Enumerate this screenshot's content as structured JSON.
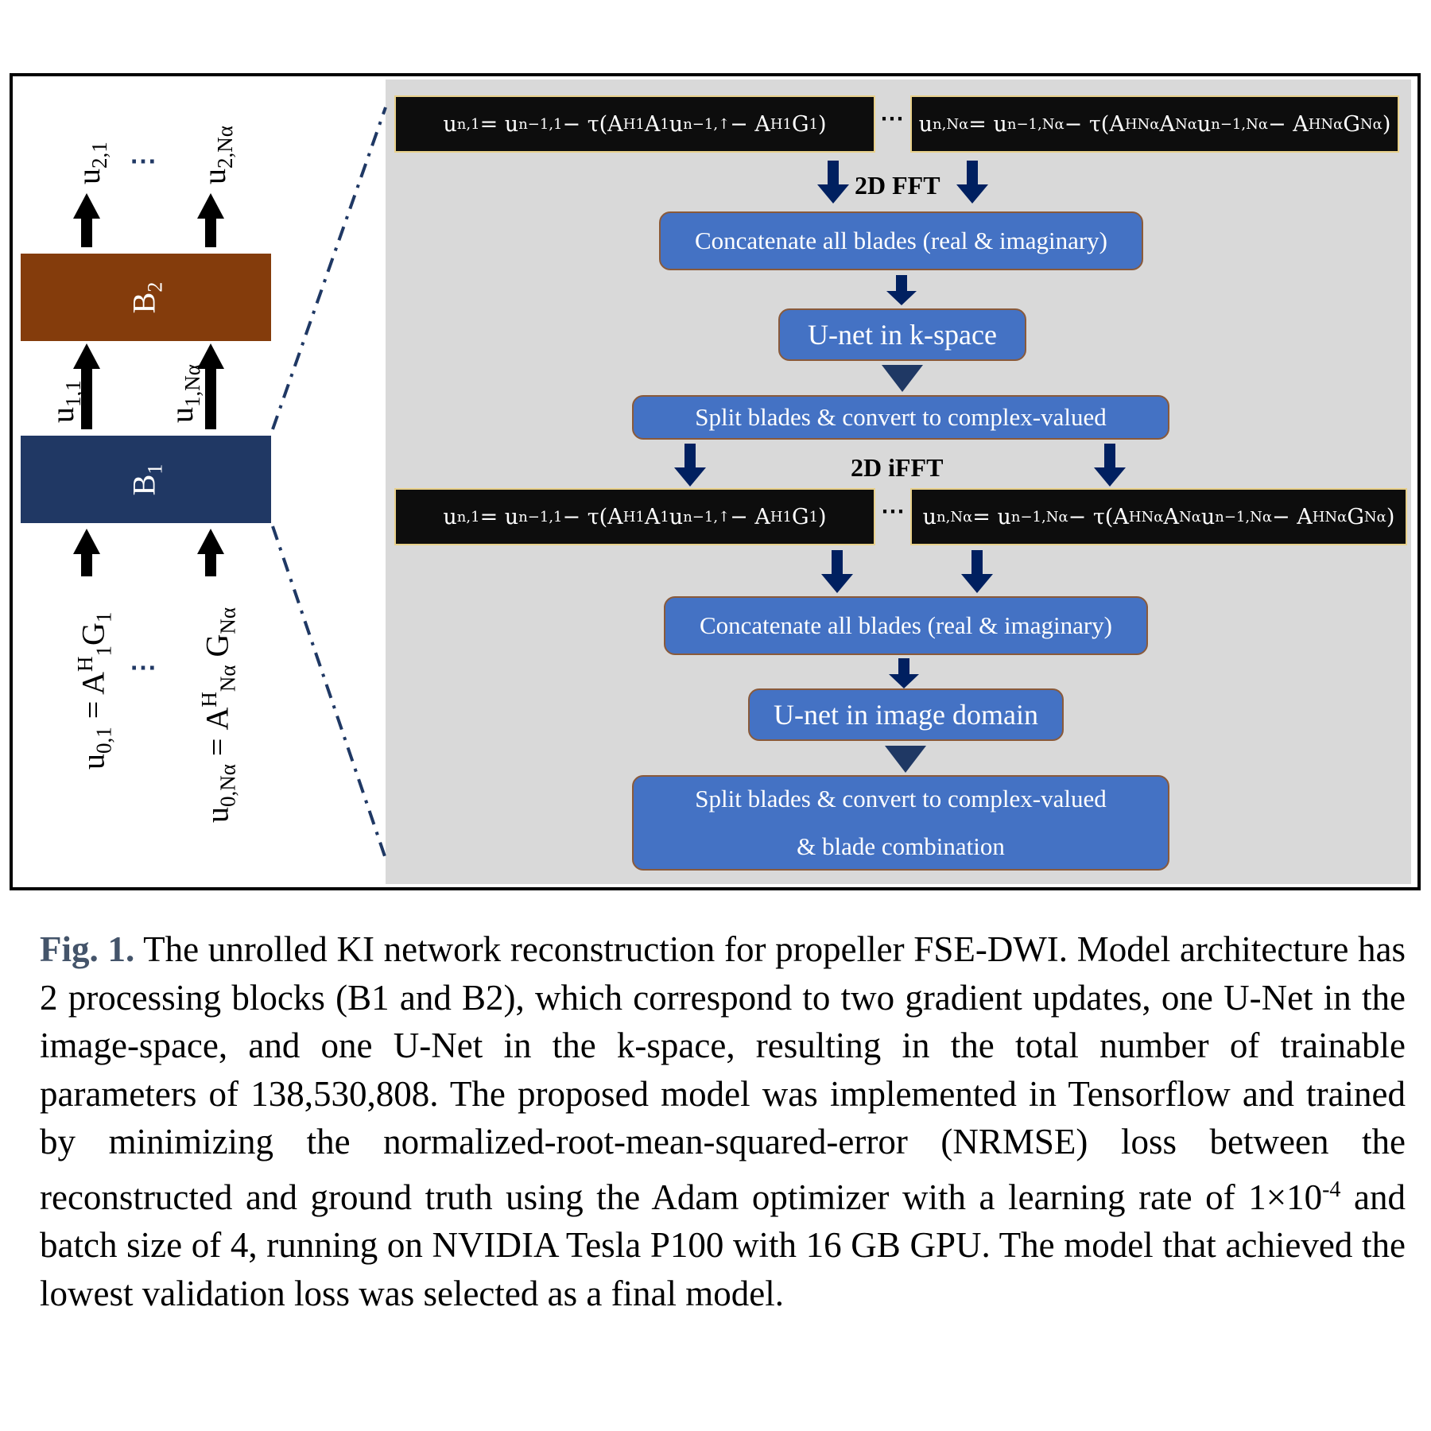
{
  "figure": {
    "blocks": [
      {
        "id": "B1",
        "letter": "B",
        "index": "1",
        "color": "#203864"
      },
      {
        "id": "B2",
        "letter": "B",
        "index": "2",
        "color": "#843c0c"
      }
    ],
    "inputs": [
      {
        "var": "u",
        "sub": "0,1",
        "eq": " = A",
        "sup": "H",
        "sub2": "1",
        "tail": "G",
        "tail_sub": "1"
      },
      {
        "var": "u",
        "sub": "0,Nα",
        "eq": " = A",
        "sup": "H",
        "sub2": "Nα",
        "tail": " G",
        "tail_sub": "Nα"
      }
    ],
    "intermediates": [
      {
        "var": "u",
        "sub": "1,1"
      },
      {
        "var": "u",
        "sub": "1,Nα"
      }
    ],
    "outputs": [
      {
        "var": "u",
        "sub": "2,1"
      },
      {
        "var": "u",
        "sub": "2,Nα"
      }
    ],
    "ellipsis": "⋯",
    "vertical_ellipsis": "⋯",
    "equations": {
      "blade1": {
        "lhs": "u",
        "lhs_sub": "n,1",
        "eq": " = u",
        "rhs_sub": "n−1,1",
        "mid": " − τ(A",
        "a_sup": "H",
        "a_sub": "1",
        "a2": "A",
        "a2_sub": "1",
        "u2": "u",
        "u2_sub": "n−1,↑",
        "minus": " − A",
        "b_sup": "H",
        "b_sub": "1",
        "g": "G",
        "g_sub": "1",
        "close": ")"
      },
      "bladeN": {
        "lhs": "u",
        "lhs_sub": "n,Nα",
        "eq": " = u",
        "rhs_sub": "n−1,Nα",
        "mid": " − τ(A",
        "a_sup": "H",
        "a_sub": "Nα",
        "a2": "A",
        "a2_sub": "Nα",
        "u2": "u",
        "u2_sub": "n−1,Nα",
        "minus": " − A",
        "b_sup": "H",
        "b_sub": "Nα",
        "g": "G",
        "g_sub": "Nα",
        "close": ")"
      }
    },
    "op_labels": {
      "fft": "2D FFT",
      "ifft": "2D iFFT"
    },
    "steps": {
      "concat_k": "Concatenate all blades (real & imaginary)",
      "unet_k": "U-net in k-space",
      "split_k": "Split blades & convert to complex-valued",
      "concat_i": "Concatenate all blades (real & imaginary)",
      "unet_i": "U-net in image domain",
      "split_i_line1": "Split blades & convert to complex-valued",
      "split_i_line2": "& blade combination"
    },
    "colors": {
      "step_fill": "#4472c4",
      "arrow_navy": "#002060",
      "panel_bg": "#d9d9d9",
      "equation_bg": "#0d0d0d",
      "b1": "#203864",
      "b2": "#843c0c"
    }
  },
  "caption": {
    "label": "Fig. 1.",
    "text_before_exp": " The unrolled KI network reconstruction for propeller FSE-DWI. Model architecture has 2 processing blocks (B1 and B2), which correspond to two gradient updates, one U-Net in the image-space, and one U-Net in the k-space, resulting in the total number of trainable parameters of 138,530,808. The proposed model was implemented in Tensorflow and trained by minimizing the normalized-root-mean-squared-error (NRMSE) loss between the reconstructed and ground truth using the Adam optimizer with a learning rate of 1×10",
    "exponent": "-4",
    "text_after_exp": " and batch size of 4, running on NVIDIA Tesla P100 with 16 GB GPU. The model that achieved the lowest validation loss was selected as a final model."
  }
}
